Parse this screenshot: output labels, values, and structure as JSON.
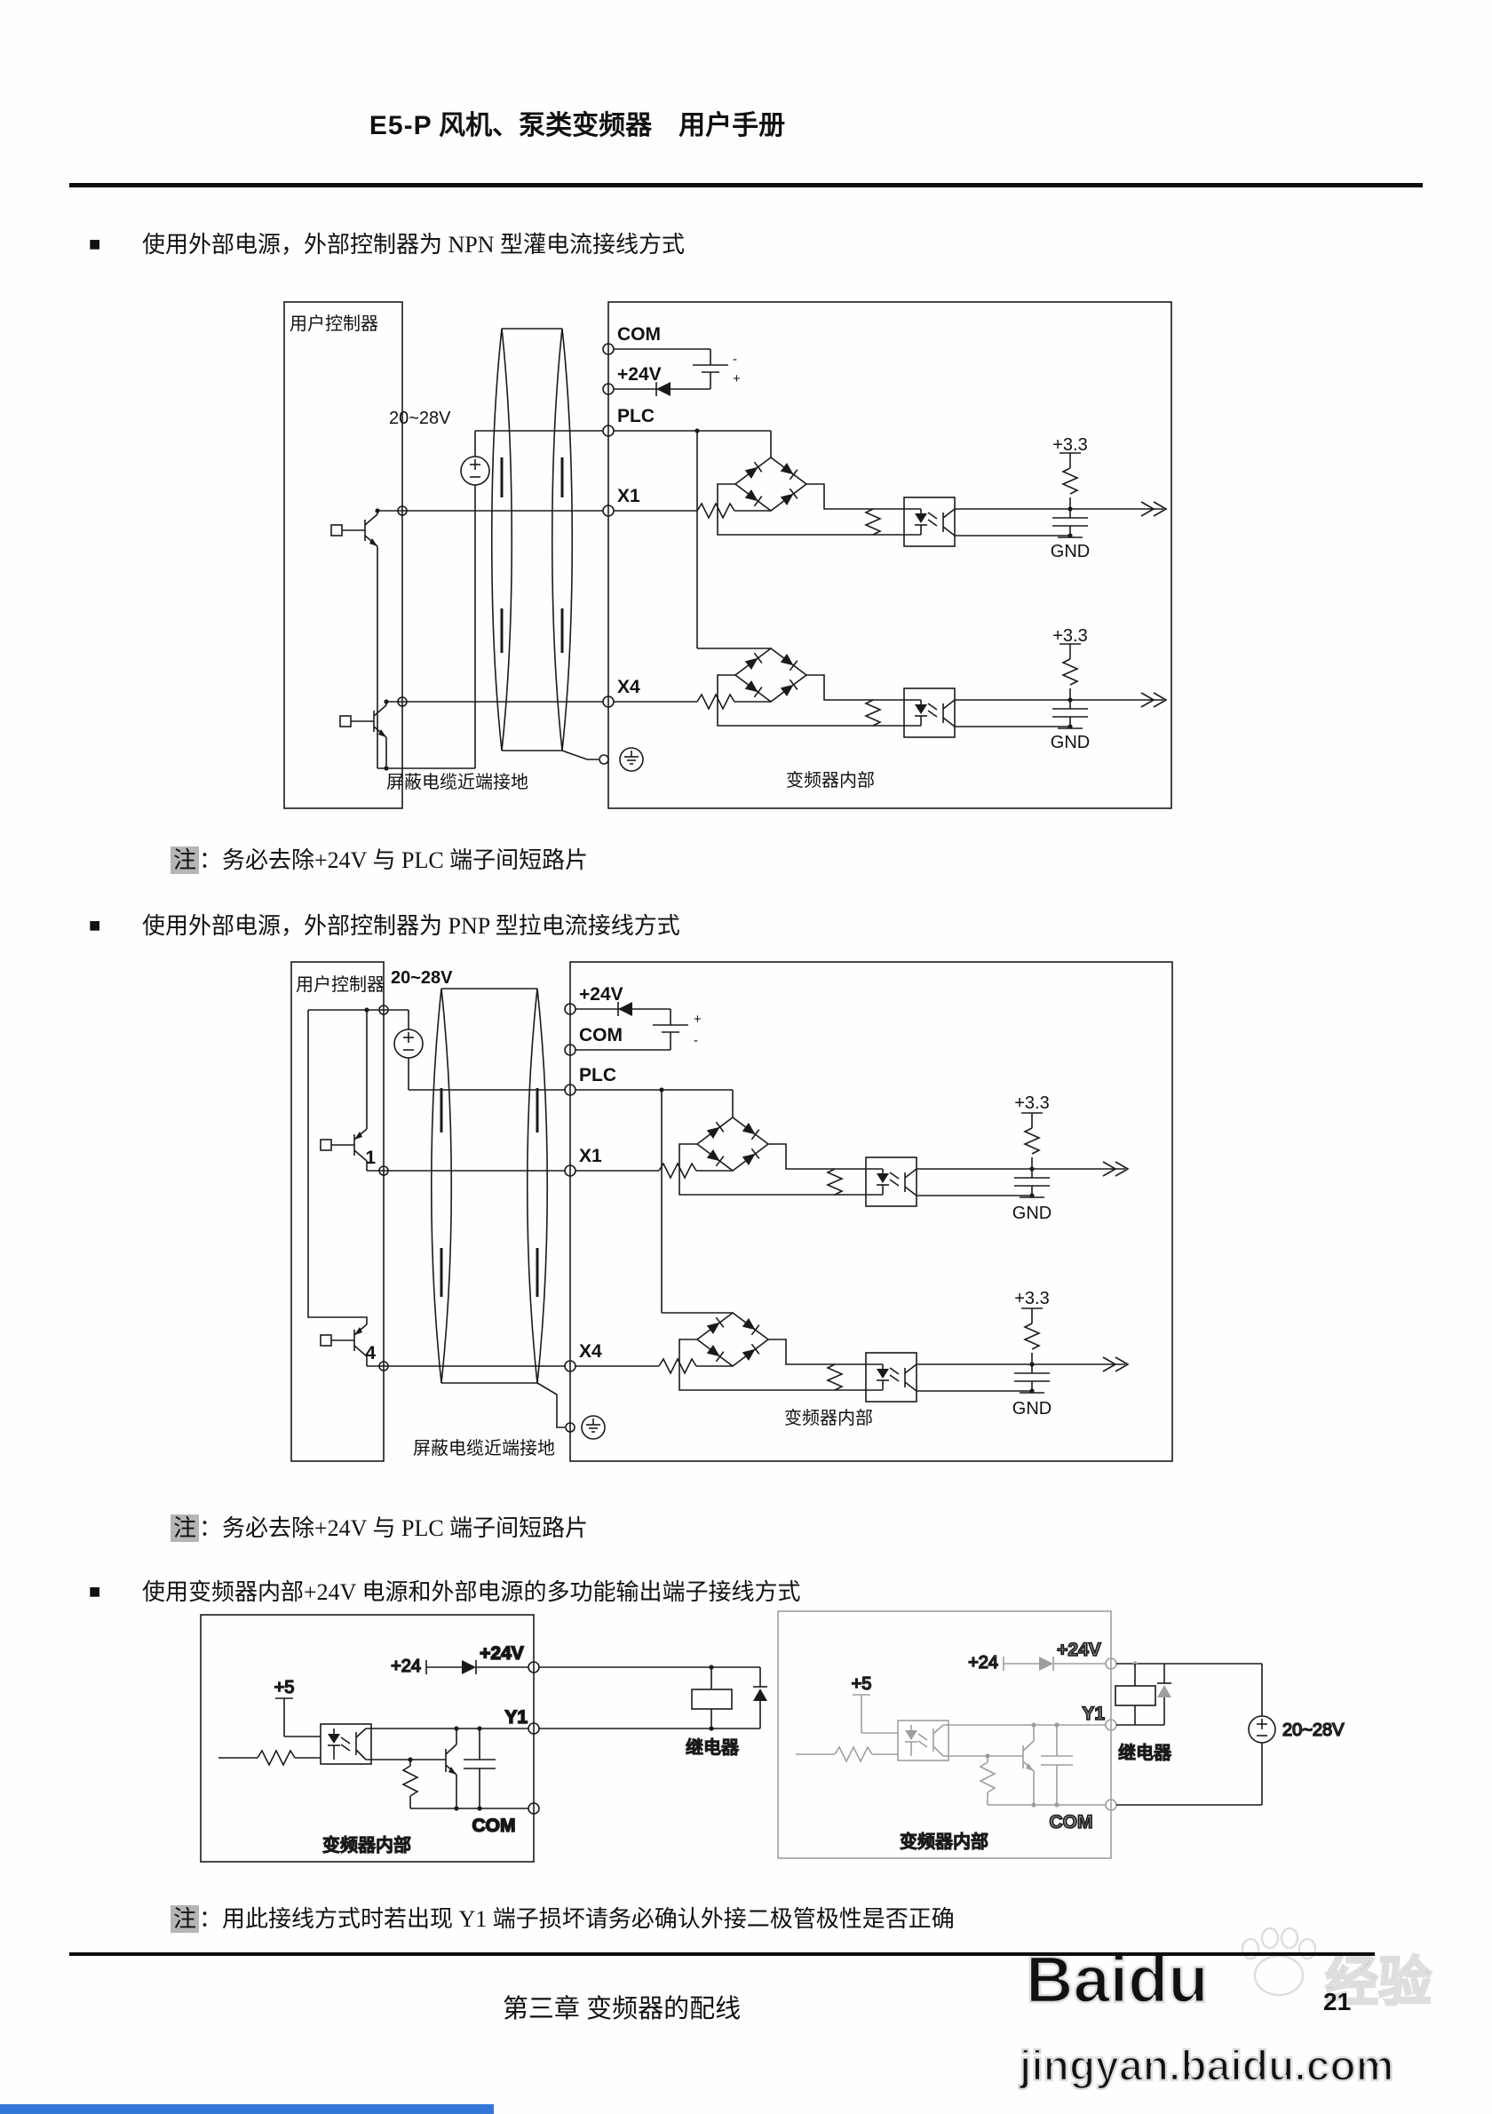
{
  "header": {
    "model": "E5-P",
    "title_rest": " 风机、泵类变频器　用户手册"
  },
  "bullets": {
    "marker": "■",
    "s1": "使用外部电源，外部控制器为 NPN 型灌电流接线方式",
    "s2": "使用外部电源，外部控制器为 PNP 型拉电流接线方式",
    "s3": "使用变频器内部+24V 电源和外部电源的多功能输出端子接线方式"
  },
  "notes": {
    "marker": "注",
    "n1": "：务必去除+24V 与 PLC 端子间短路片",
    "n2": "：务必去除+24V 与 PLC 端子间短路片",
    "n3": "：用此接线方式时若出现 Y1 端子损坏请务必确认外接二极管极性是否正确"
  },
  "d": {
    "controller": "用户控制器",
    "voltage": "20~28V",
    "com": "COM",
    "p24v": "+24V",
    "plc": "PLC",
    "x1": "X1",
    "x4": "X4",
    "w1": "1",
    "w4": "4",
    "rail": "+3.3",
    "gnd": "GND",
    "plus": "+",
    "minus": "-",
    "shield": "屏蔽电缆近端接地",
    "inverter": "变频器内部"
  },
  "out": {
    "p5": "+5",
    "p24": "+24",
    "p24v": "+24V",
    "y1": "Y1",
    "com": "COM",
    "relay": "继电器",
    "inverter": "变频器内部",
    "voltage": "20~28V"
  },
  "footer": {
    "chapter": "第三章  变频器的配线",
    "page": "21"
  },
  "watermark": {
    "brand": "Baidu",
    "brand_cn": "经验",
    "site": "jingyan.baidu.com"
  }
}
